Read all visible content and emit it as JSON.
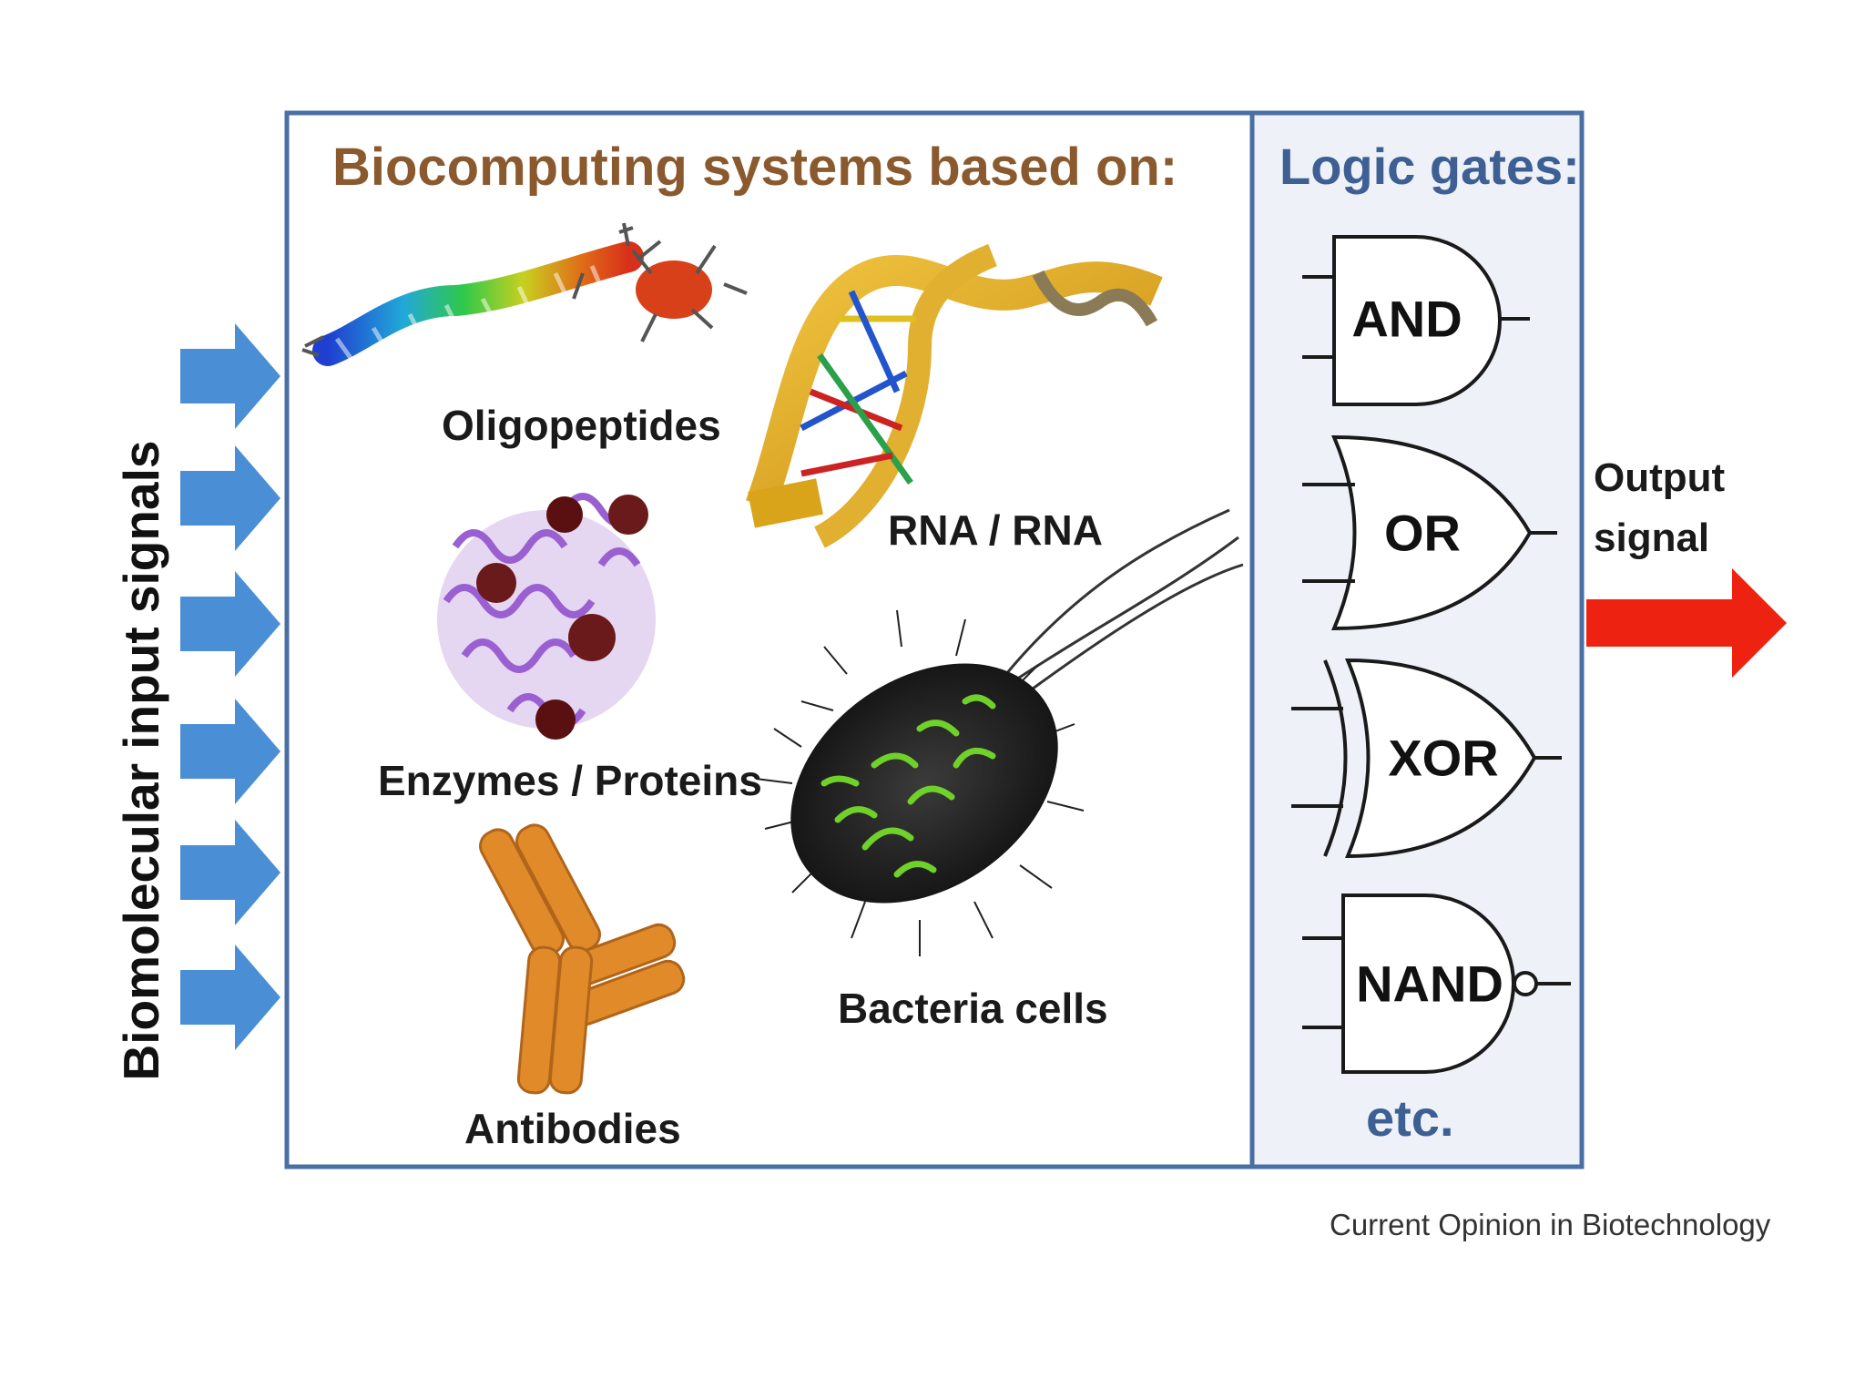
{
  "input_label": "Biomolecular input signals",
  "panel": {
    "title": "Biocomputing systems based on:",
    "items": {
      "oligopeptides": "Oligopeptides",
      "rna": "RNA / RNA",
      "enzymes": "Enzymes / Proteins",
      "bacteria": "Bacteria cells",
      "antibodies": "Antibodies"
    }
  },
  "gates": {
    "title": "Logic gates:",
    "and": "AND",
    "or": "OR",
    "xor": "XOR",
    "nand": "NAND",
    "etc": "etc."
  },
  "output_label_line1": "Output",
  "output_label_line2": "signal",
  "source": "Current Opinion in Biotechnology",
  "colors": {
    "input_arrow": "#4a8fd6",
    "output_arrow": "#ee2211",
    "panel_border": "#4a6fa5",
    "gate_panel_bg": "#eef1f7",
    "title_brown": "#8a5a2e",
    "gates_title_blue": "#3d5f93"
  },
  "icons": [
    "peptide-helix-icon",
    "dna-helix-icon",
    "protein-structure-icon",
    "bacterium-icon",
    "antibody-icon"
  ]
}
